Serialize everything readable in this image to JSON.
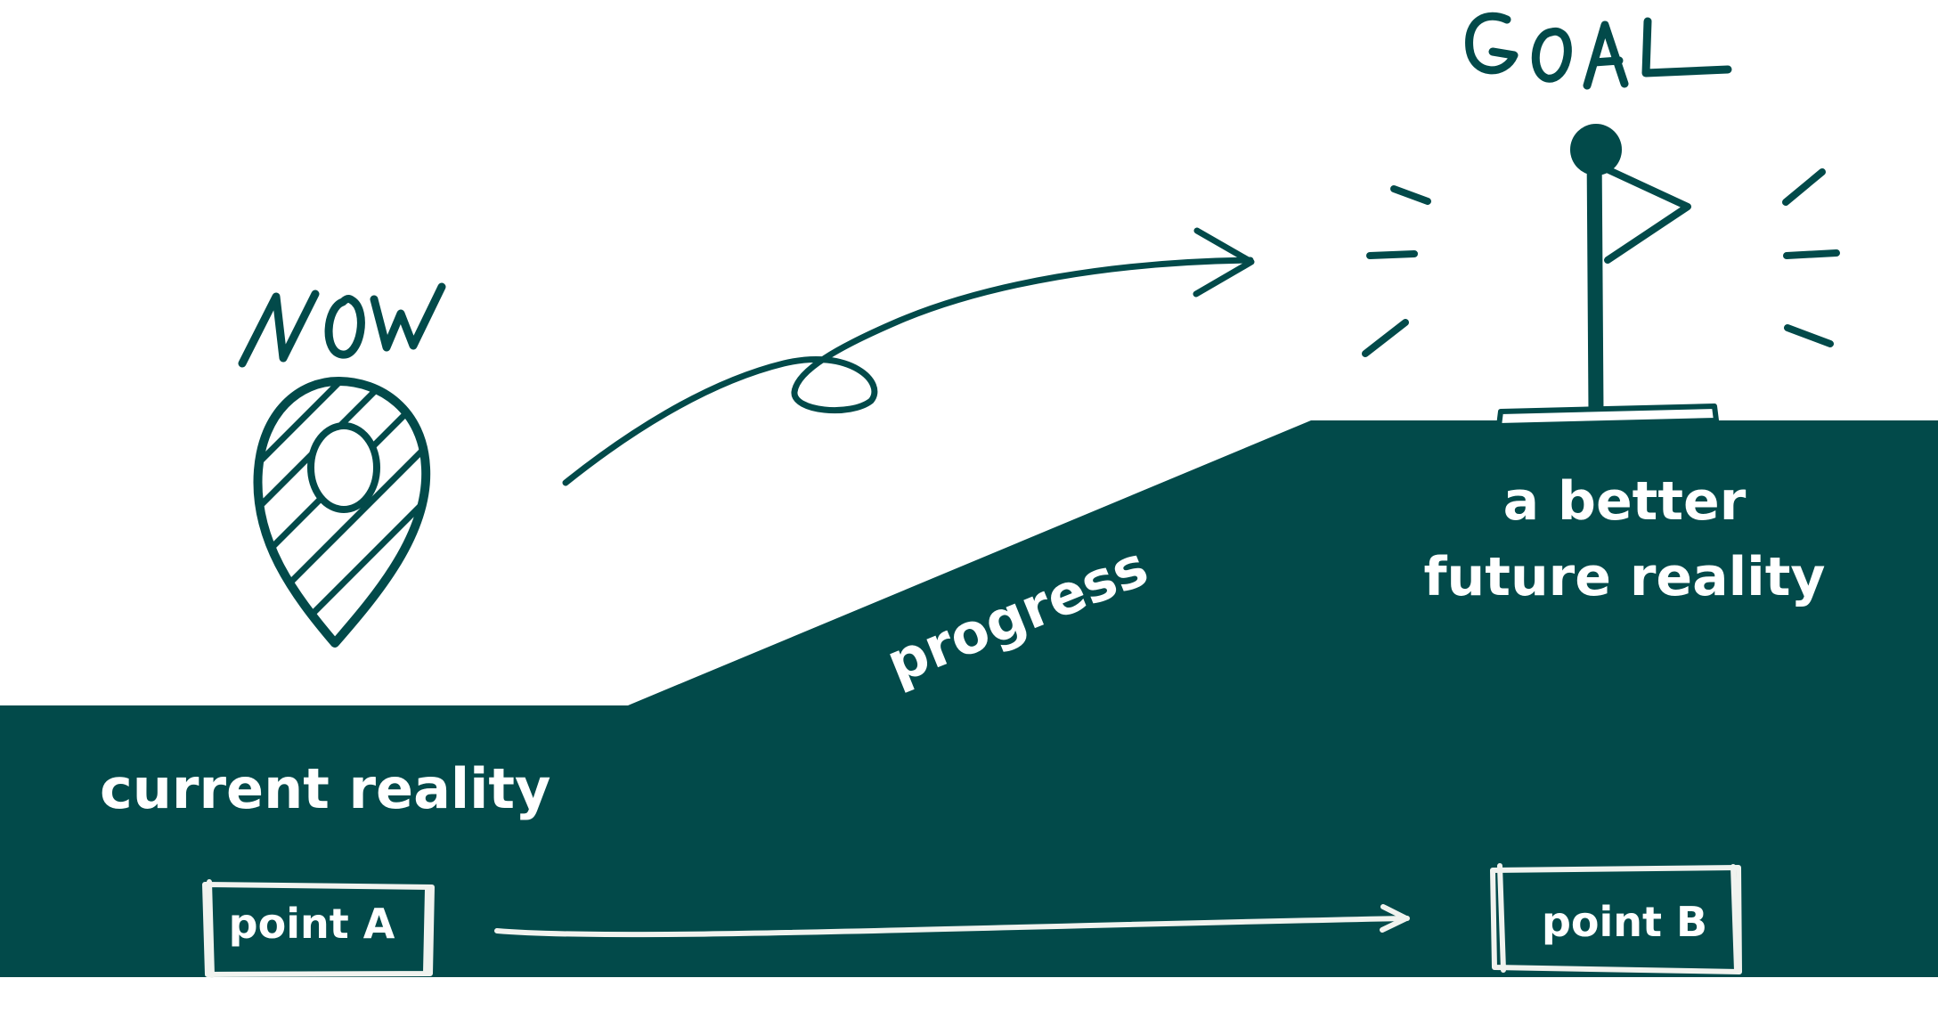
{
  "colors": {
    "primary": "#024a4a",
    "text_on_primary": "#ffffff",
    "background": "#ffffff",
    "box_outline": "#f1f3ef"
  },
  "labels": {
    "now": "NOW",
    "goal": "GOAL",
    "progress": "progress",
    "future_reality_line1": "a better",
    "future_reality_line2": "future reality",
    "current_reality": "current reality",
    "point_a": "point A",
    "point_b": "point B"
  },
  "icons": {
    "now_marker": "location-pin-icon",
    "goal_marker": "flag-icon"
  }
}
